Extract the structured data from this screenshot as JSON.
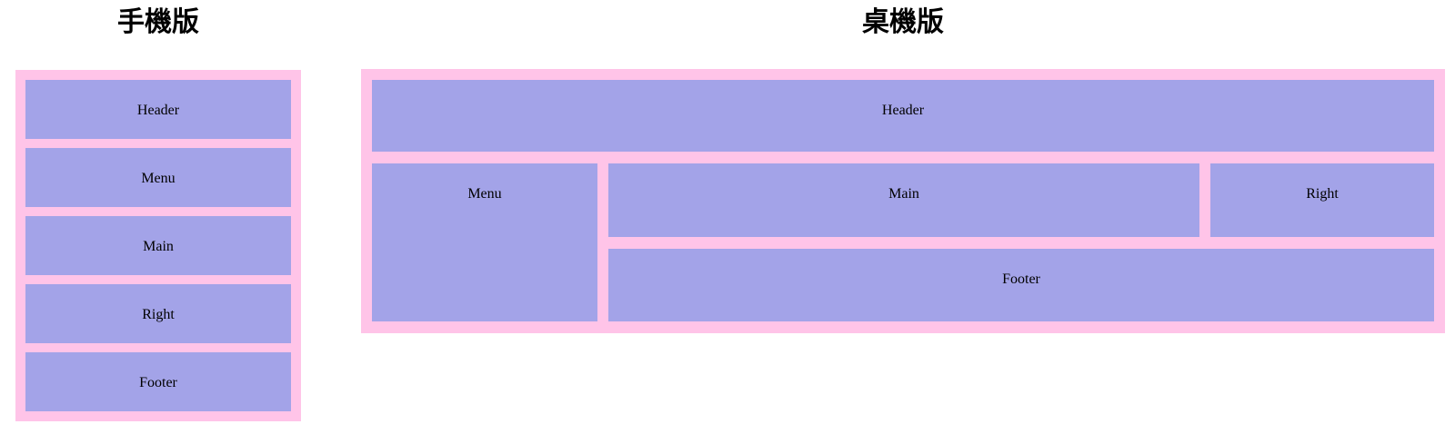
{
  "titles": {
    "mobile": "手機版",
    "desktop": "桌機版"
  },
  "mobile": {
    "boxes": [
      "Header",
      "Menu",
      "Main",
      "Right",
      "Footer"
    ]
  },
  "desktop": {
    "header": "Header",
    "menu": "Menu",
    "main": "Main",
    "right": "Right",
    "footer": "Footer"
  },
  "colors": {
    "container_pink": "#ffc4e8",
    "box_purple": "#a3a3e8",
    "label_text": "#000000",
    "title_text": "#000000"
  }
}
